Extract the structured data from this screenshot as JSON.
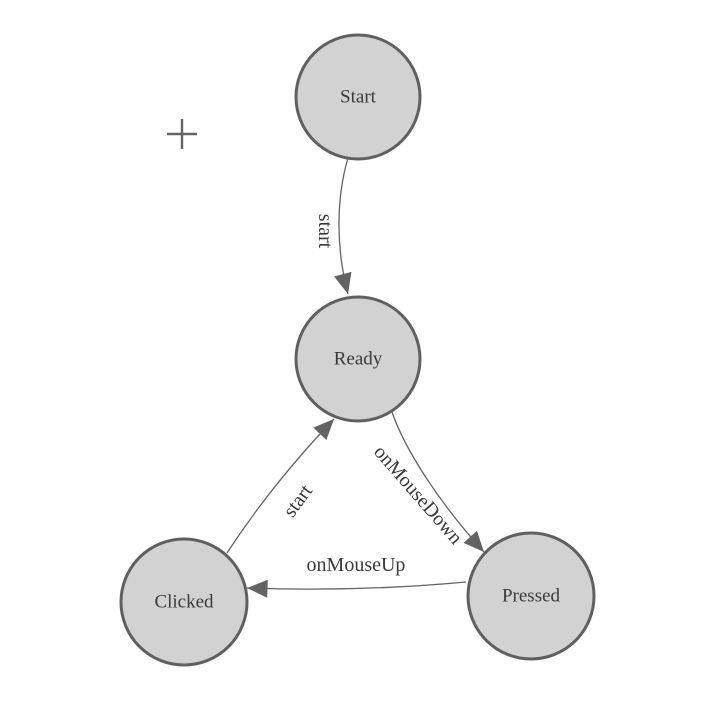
{
  "diagram": {
    "type": "state-machine",
    "colors": {
      "background": "#ffffff",
      "node-fill": "#d2d2d2",
      "node-stroke": "#606060",
      "edge": "#636363",
      "text": "#3a3a3a"
    },
    "origin_icon": "crosshair-icon",
    "nodes": [
      {
        "id": "start",
        "label": "Start"
      },
      {
        "id": "ready",
        "label": "Ready"
      },
      {
        "id": "clicked",
        "label": "Clicked"
      },
      {
        "id": "pressed",
        "label": "Pressed"
      }
    ],
    "edges": [
      {
        "from": "Start",
        "to": "Ready",
        "label": "start"
      },
      {
        "from": "Ready",
        "to": "Pressed",
        "label": "onMouseDown"
      },
      {
        "from": "Pressed",
        "to": "Clicked",
        "label": "onMouseUp"
      },
      {
        "from": "Clicked",
        "to": "Ready",
        "label": "start"
      }
    ]
  }
}
